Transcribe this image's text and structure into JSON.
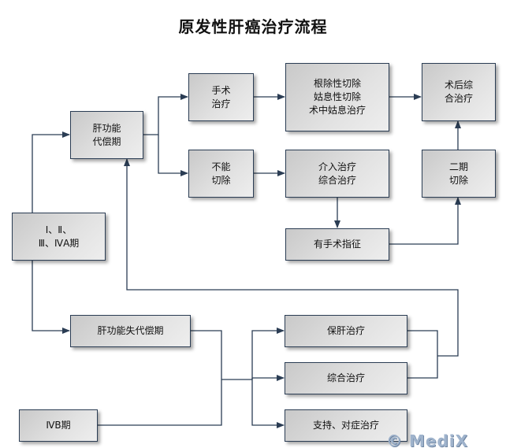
{
  "title": "原发性肝癌治疗流程",
  "nodes": {
    "compensated": "肝功能\n代偿期",
    "surgery": "手术\n治疗",
    "unresectable": "不能\n切除",
    "resection": "根除性切除\n姑息性切除\n术中姑息治疗",
    "interventional": "介入治疗\n综合治疗",
    "postop": "术后综\n合治疗",
    "second_stage": "二期\n切除",
    "surgical_indication": "有手术指征",
    "stage_early": "Ⅰ、Ⅱ、\nⅢ、ⅣA期",
    "decompensated": "肝功能失代偿期",
    "liver_protect": "保肝治疗",
    "comprehensive": "综合治疗",
    "supportive": "支持、对症治疗",
    "stage_ivb": "ⅣB期"
  },
  "watermark": "© MediX",
  "colors": {
    "line": "#2b3d54"
  }
}
